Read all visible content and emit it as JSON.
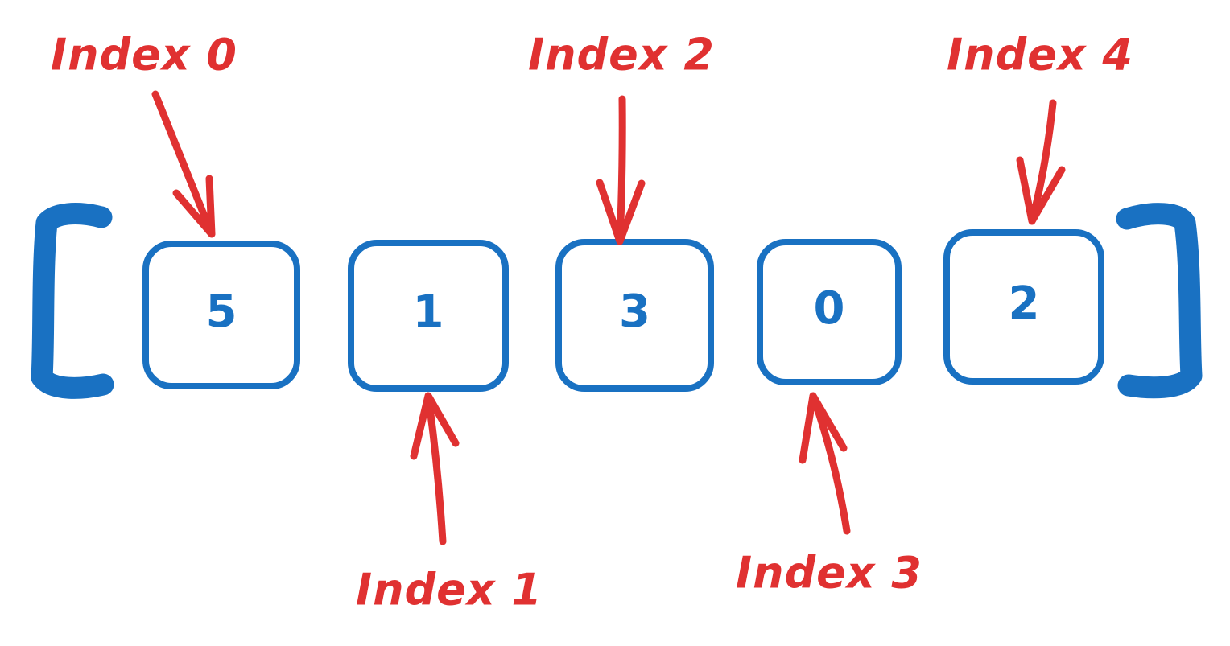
{
  "colors": {
    "blue": "#1971c2",
    "red": "#e03131",
    "background": "#ffffff"
  },
  "array": {
    "open_bracket": "[",
    "close_bracket": "]",
    "elements": [
      {
        "value": "5",
        "index_label": "Index 0",
        "label_position": "top"
      },
      {
        "value": "1",
        "index_label": "Index 1",
        "label_position": "bottom"
      },
      {
        "value": "3",
        "index_label": "Index 2",
        "label_position": "top"
      },
      {
        "value": "0",
        "index_label": "Index 3",
        "label_position": "bottom"
      },
      {
        "value": "2",
        "index_label": "Index 4",
        "label_position": "top"
      }
    ]
  }
}
